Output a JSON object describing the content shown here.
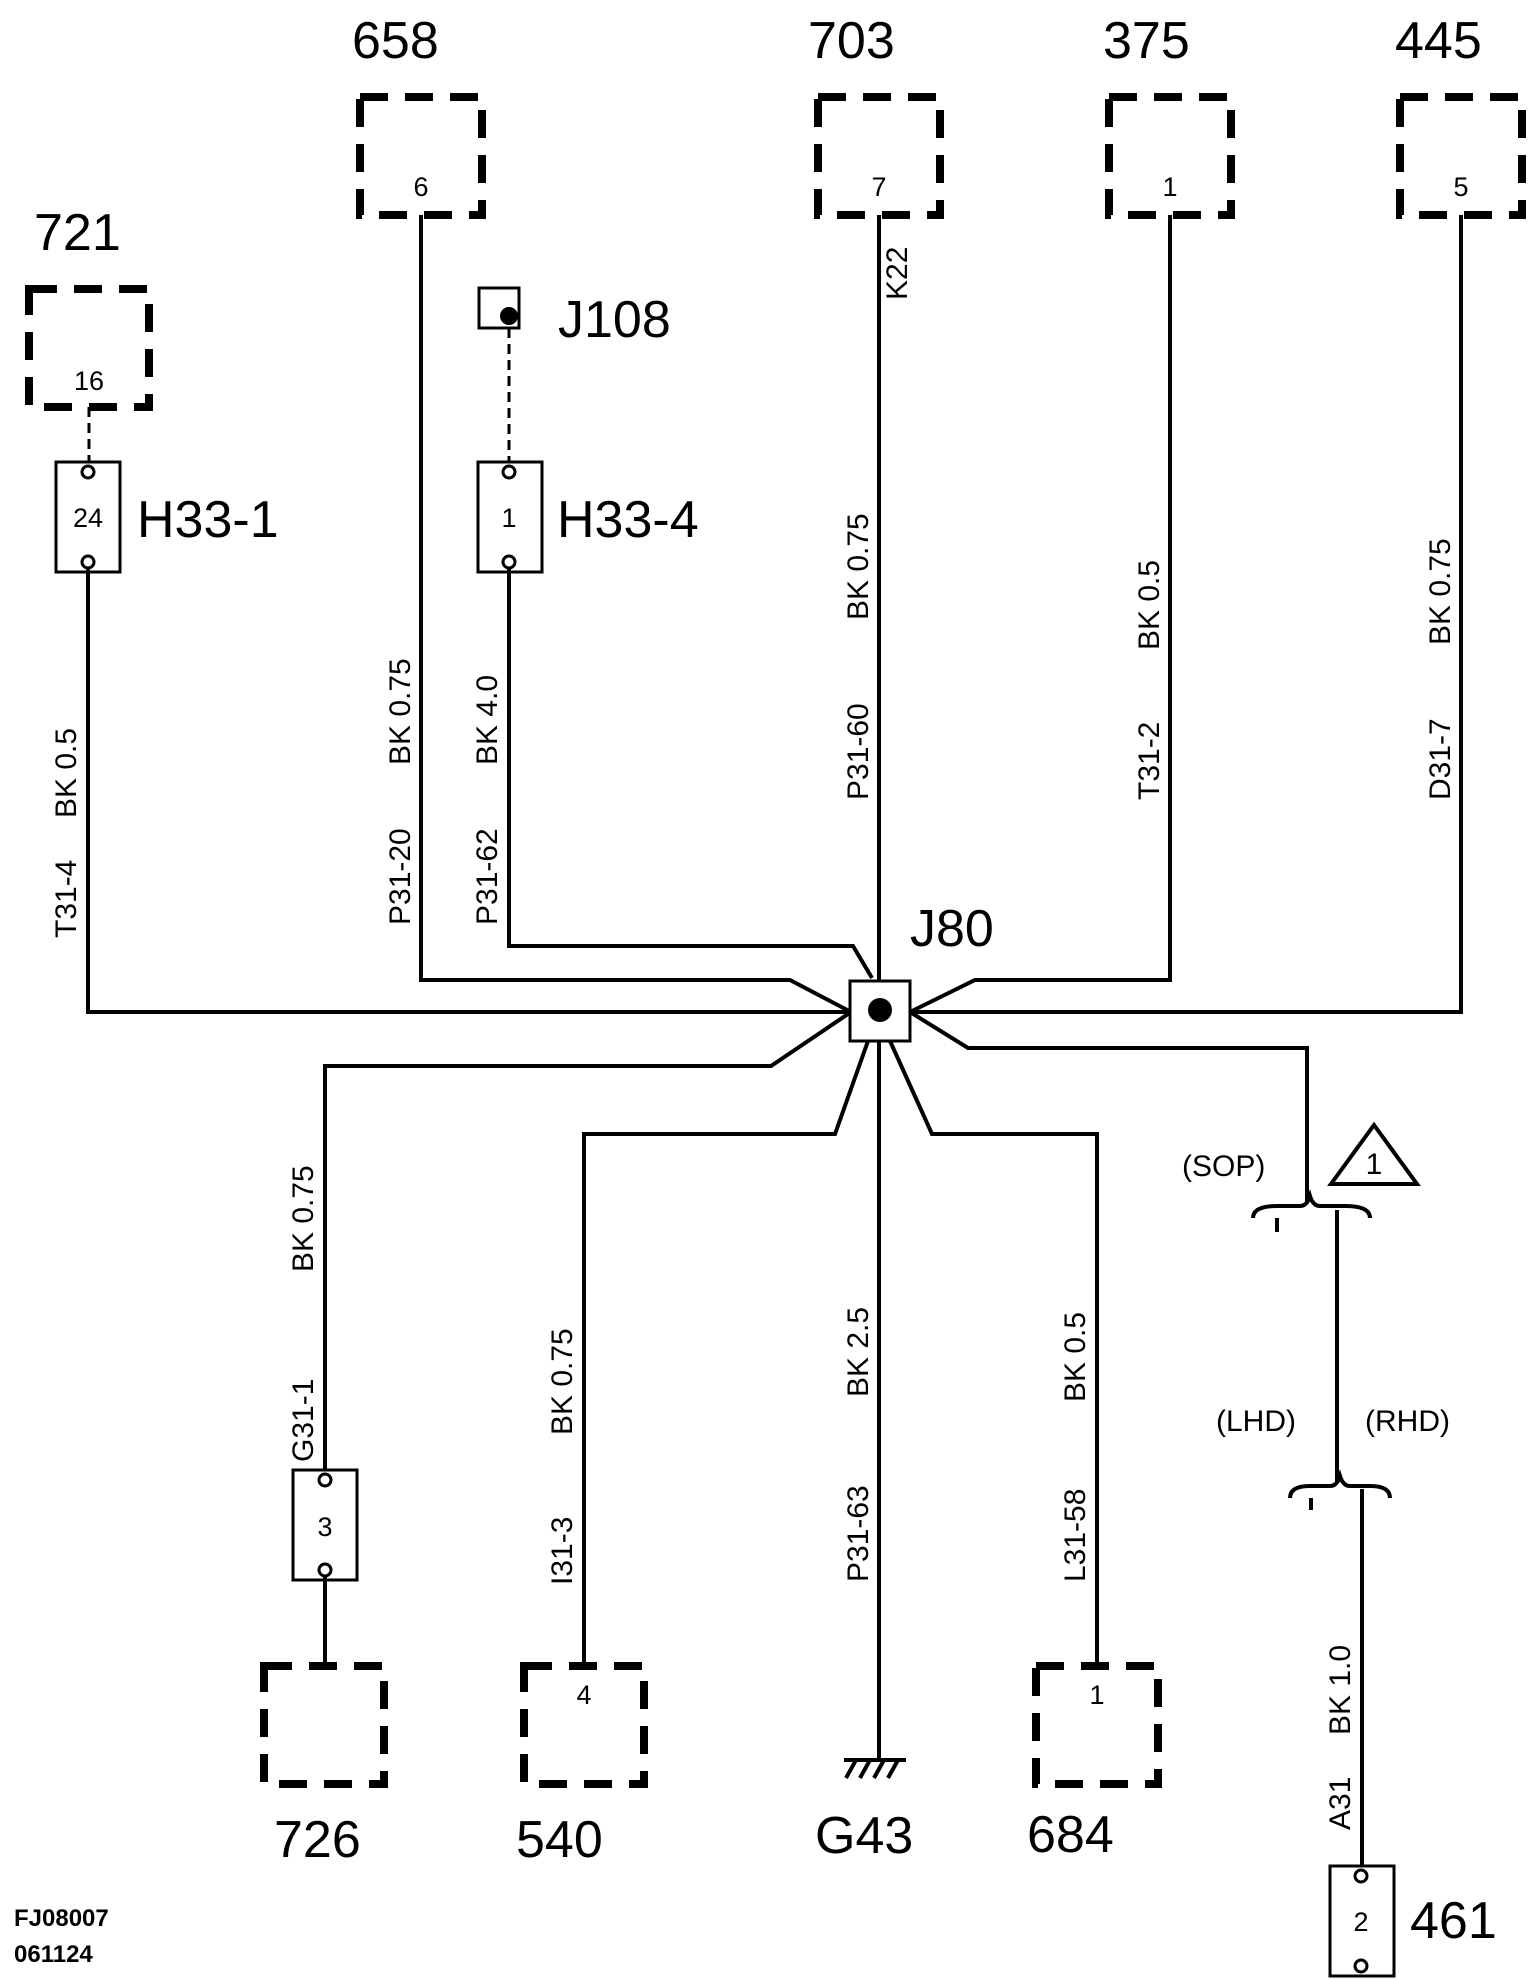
{
  "components": {
    "c658": {
      "label": "658",
      "pin": "6"
    },
    "c703": {
      "label": "703",
      "pin": "7"
    },
    "c375": {
      "label": "375",
      "pin": "1"
    },
    "c445": {
      "label": "445",
      "pin": "5"
    },
    "c721": {
      "label": "721",
      "pin": "16"
    },
    "c726": {
      "label": "726"
    },
    "c540": {
      "label": "540",
      "pin": "4"
    },
    "c684": {
      "label": "684",
      "pin": "1"
    },
    "c461": {
      "label": "461",
      "pin": "2"
    }
  },
  "connectors": {
    "h33_1": {
      "label": "H33-1",
      "pin": "24"
    },
    "h33_4": {
      "label": "H33-4",
      "pin": "1"
    },
    "j108": {
      "label": "J108"
    },
    "g31": {
      "pin": "3"
    }
  },
  "splice": {
    "label": "J80"
  },
  "ground": {
    "label": "G43"
  },
  "wires": {
    "t31_4": {
      "id": "T31-4",
      "spec": "BK  0.5"
    },
    "p31_20": {
      "id": "P31-20",
      "spec": "BK  0.75"
    },
    "p31_62": {
      "id": "P31-62",
      "spec": "BK 4.0"
    },
    "p31_60": {
      "id": "P31-60",
      "spec": "BK  0.75"
    },
    "k22": {
      "id": "K22"
    },
    "t31_2": {
      "id": "T31-2",
      "spec": "BK  0.5"
    },
    "d31_7": {
      "id": "D31-7",
      "spec": "BK  0.75"
    },
    "g31_1": {
      "id": "G31-1",
      "spec": "BK  0.75"
    },
    "i31_3": {
      "id": "I31-3",
      "spec": "BK  0.75"
    },
    "p31_63": {
      "id": "P31-63",
      "spec": "BK  2.5"
    },
    "l31_58": {
      "id": "L31-58",
      "spec": "BK  0.5"
    },
    "a31": {
      "id": "A31",
      "spec": "BK  1.0"
    }
  },
  "options": {
    "sop": "(SOP)",
    "note": "1",
    "lhd": "(LHD)",
    "rhd": "(RHD)"
  },
  "footer": {
    "code": "FJ08007",
    "date": "061124"
  }
}
